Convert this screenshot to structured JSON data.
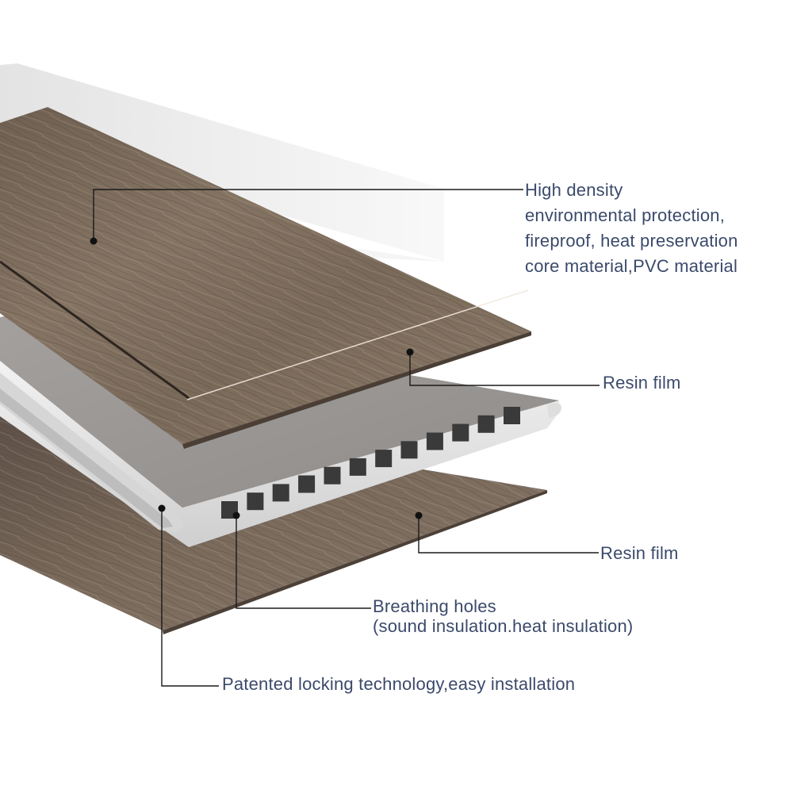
{
  "annotations": {
    "core_material": {
      "lines": [
        "High density",
        "environmental protection,",
        "fireproof, heat preservation",
        "core material,PVC material"
      ]
    },
    "resin_film_top": {
      "text": "Resin film"
    },
    "resin_film_bottom": {
      "text": "Resin film"
    },
    "breathing_holes": {
      "lines": [
        "Breathing holes",
        "(sound insulation.heat insulation)"
      ]
    },
    "locking": {
      "text": "Patented locking technology,easy installation"
    }
  },
  "colors": {
    "label_text": "#3b4a6b",
    "leader_line": "#1a1a1a",
    "wood_main": "#7a6a5c",
    "core_top": "#9b9896",
    "core_edge": "#e4e4e4",
    "hole": "#3a3a3a"
  },
  "hole_count": 12
}
